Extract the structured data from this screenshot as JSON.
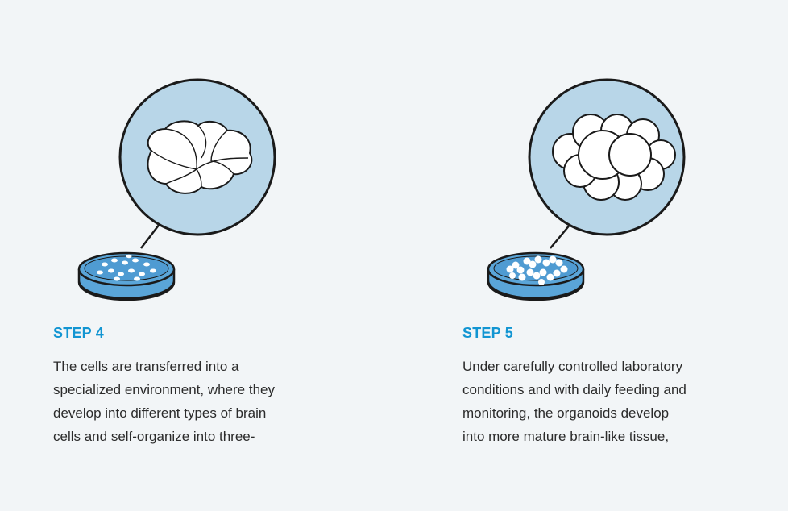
{
  "steps": [
    {
      "title": "STEP 4",
      "lines": [
        "The cells are transferred into a",
        "specialized environment, where they",
        "develop into different types of brain",
        "cells and self-organize into three-"
      ],
      "colors": {
        "dish_liquid": "#5aa5d8",
        "lens_bg": "#b8d6e8",
        "outline": "#1a1a1a"
      }
    },
    {
      "title": "STEP 5",
      "lines": [
        "Under carefully controlled laboratory",
        "conditions and with daily feeding and",
        "monitoring, the organoids develop",
        "into more mature brain-like tissue,"
      ],
      "colors": {
        "dish_liquid": "#5aa5d8",
        "lens_bg": "#b8d6e8",
        "outline": "#1a1a1a"
      }
    }
  ]
}
